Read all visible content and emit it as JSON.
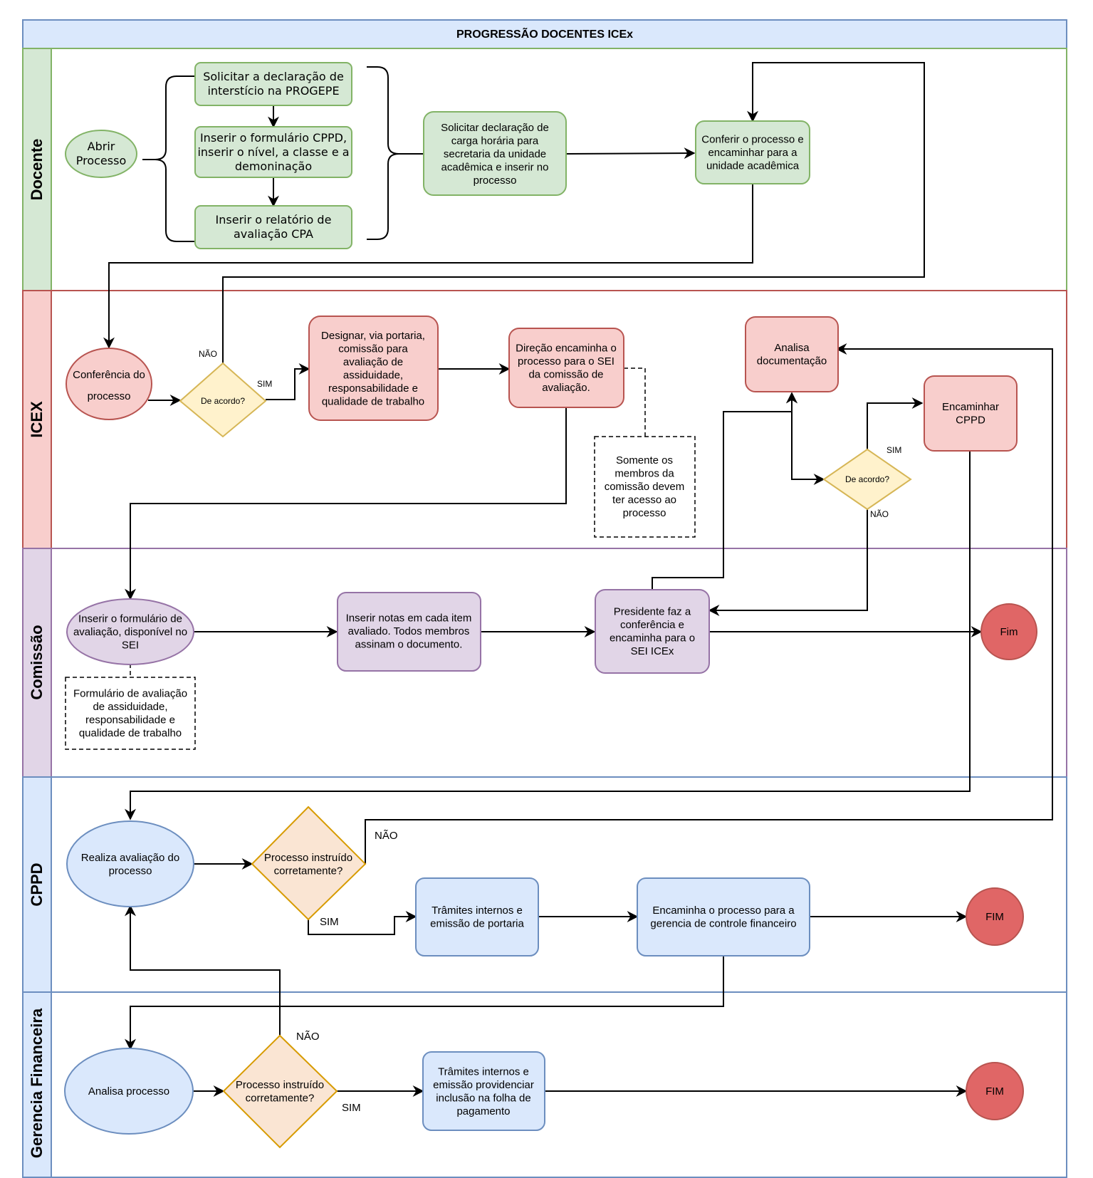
{
  "title": "PROGRESSÃO DOCENTES ICEx",
  "lanes": {
    "docente": "Docente",
    "icex": "ICEX",
    "comissao": "Comissão",
    "cppd": "CPPD",
    "gerencia": "Gerencia Financeira"
  },
  "colors": {
    "green_fill": "#d5e8d4",
    "green_stroke": "#82b366",
    "red_fill": "#f8cecc",
    "red_stroke": "#b85450",
    "purple_fill": "#e1d5e7",
    "purple_stroke": "#9673a6",
    "blue_fill": "#dae8fc",
    "blue_stroke": "#6c8ebf",
    "yellow_fill": "#fff2cc",
    "yellow_stroke": "#d6b656",
    "orange_fill": "#fae5d3",
    "orange_stroke": "#d79b00",
    "end_fill": "#e06666"
  },
  "nodes": {
    "abrir": [
      "Abrir",
      "Processo"
    ],
    "solicitar_interst": [
      "Solicitar a declaração de",
      "interstício na PROGEPE"
    ],
    "inserir_form": [
      "Inserir o formulário CPPD,",
      "inserir o nível, a classe e a",
      "demoninação"
    ],
    "inserir_rel": [
      "Inserir o relatório de",
      "avaliação CPA"
    ],
    "solicitar_carga": [
      "Solicitar declaração de",
      "carga horária para",
      "secretaria da unidade",
      "acadêmica e inserir no",
      "processo"
    ],
    "conferir": [
      "Conferir o processo e",
      "encaminhar para a",
      "unidade acadêmica"
    ],
    "conferencia": [
      "Conferência do",
      "processo"
    ],
    "de_acordo_1": "De acordo?",
    "designar": [
      "Designar, via portaria,",
      "comissão para",
      "avaliação de",
      "assiduidade,",
      "responsabilidade e",
      "qualidade de trabalho"
    ],
    "direcao": [
      "Direção encaminha o",
      "processo para o SEI",
      "da comissão de",
      "avaliação."
    ],
    "note_membros": [
      "Somente os",
      "membros da",
      "comissão devem",
      "ter acesso ao",
      "processo"
    ],
    "analisa_doc": [
      "Analisa",
      "documentação"
    ],
    "encaminhar_cppd": [
      "Encaminhar",
      "CPPD"
    ],
    "de_acordo_2": "De acordo?",
    "inserir_aval": [
      "Inserir o formulário de",
      "avaliação, disponível no",
      "SEI"
    ],
    "note_form": [
      "Formulário de avaliação",
      "de assiduidade,",
      "responsabilidade e",
      "qualidade de trabalho"
    ],
    "inserir_notas": [
      "Inserir notas em cada item",
      "avaliado. Todos membros",
      "assinam o documento."
    ],
    "presidente": [
      "Presidente faz a",
      "conferência e",
      "encaminha para o",
      "SEI ICEx"
    ],
    "fim_comissao": "Fim",
    "realiza": [
      "Realiza avaliação do",
      "processo"
    ],
    "instruido_1": [
      "Processo instruído",
      "corretamente?"
    ],
    "tramites_1": [
      "Trâmites internos e",
      "emissão de portaria"
    ],
    "encaminha_ger": [
      "Encaminha o processo para a",
      "gerencia de controle financeiro"
    ],
    "fim_cppd": "FIM",
    "analisa_proc": "Analisa processo",
    "instruido_2": [
      "Processo instruído",
      "corretamente?"
    ],
    "tramites_2": [
      "Trâmites internos e",
      "emissão providenciar",
      "inclusão na folha de",
      "pagamento"
    ],
    "fim_ger": "FIM"
  },
  "edge_labels": {
    "nao_1": "NÃO",
    "sim_1": "SIM",
    "sim_2": "SIM",
    "nao_2": "NÃO",
    "nao_3": "NÃO",
    "sim_3": "SIM",
    "nao_4": "NÃO",
    "sim_4": "SIM"
  }
}
